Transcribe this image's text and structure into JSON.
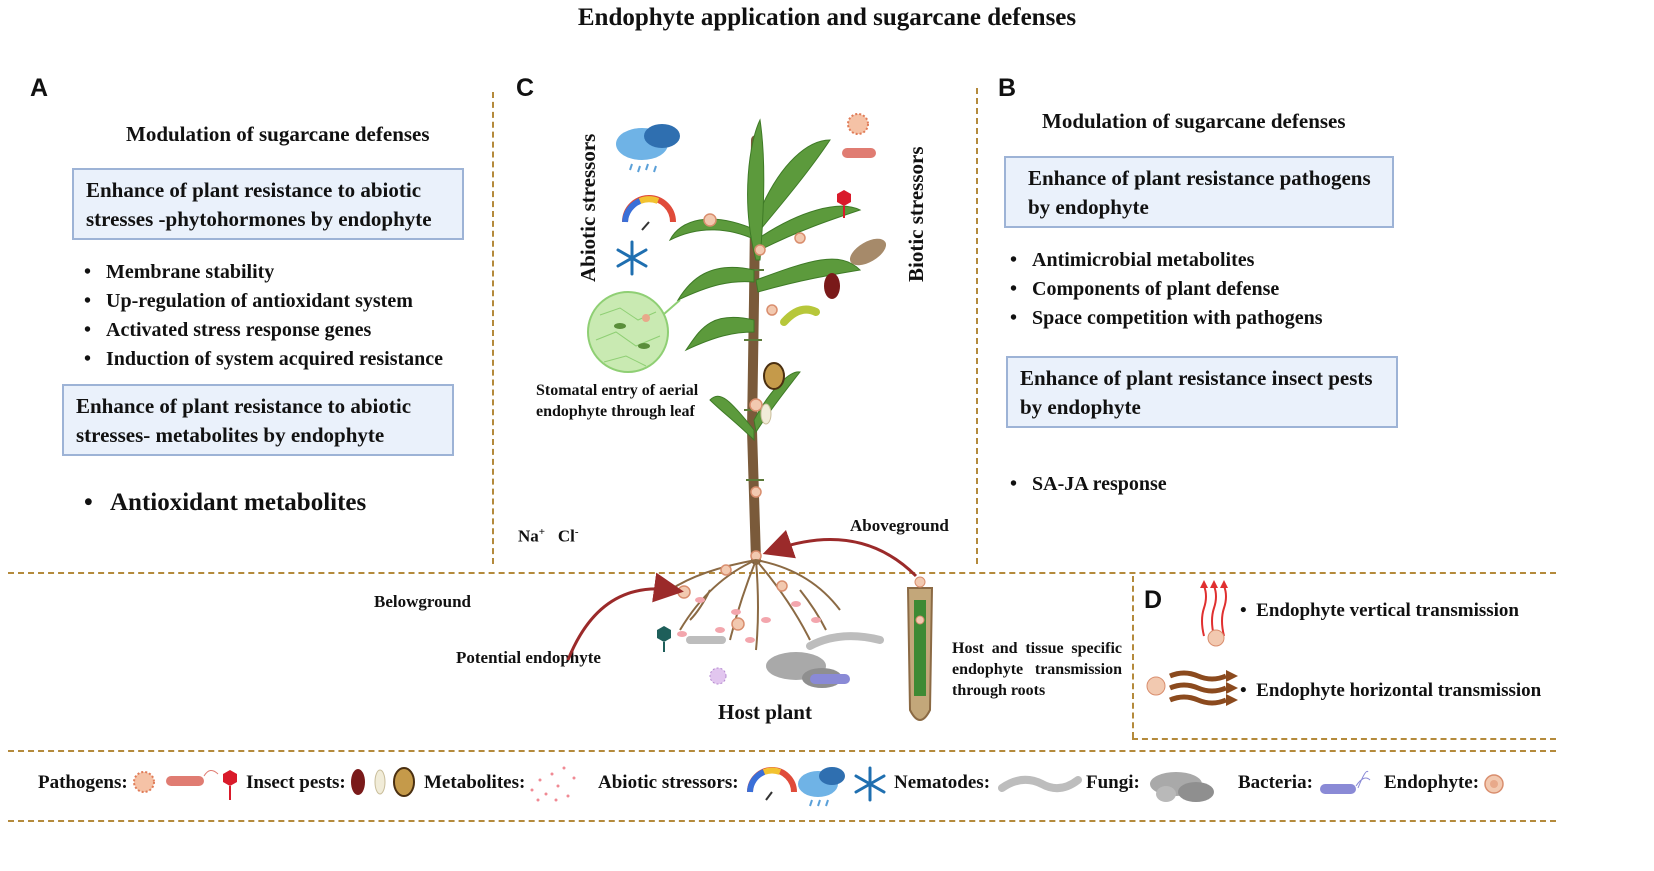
{
  "title": "Endophyte application and sugarcane defenses",
  "panel_a": {
    "letter": "A",
    "heading": "Modulation of sugarcane defenses",
    "box1": "Enhance of plant resistance to abiotic stresses -phytohormones by endophyte",
    "bullets1": [
      "Membrane stability",
      "Up-regulation of antioxidant system",
      "Activated stress response genes",
      "Induction of system acquired resistance"
    ],
    "box2": "Enhance of plant resistance to abiotic stresses- metabolites by endophyte",
    "bullets2": [
      "Antioxidant metabolites"
    ]
  },
  "panel_b": {
    "letter": "B",
    "heading": "Modulation of sugarcane defenses",
    "box1": "Enhance of plant resistance pathogens by endophyte",
    "bullets1": [
      "Antimicrobial metabolites",
      "Components of plant defense",
      "Space competition with pathogens"
    ],
    "box2": "Enhance of plant resistance insect pests by endophyte",
    "bullets2": [
      "SA-JA response"
    ]
  },
  "panel_c": {
    "letter": "C",
    "abiotic_label": "Abiotic stressors",
    "biotic_label": "Biotic stressors",
    "stomatal_caption": "Stomatal entry of aerial endophyte through leaf",
    "na": "Na",
    "na_sup": "+",
    "cl": "Cl",
    "cl_sup": "-",
    "aboveground": "Aboveground",
    "belowground": "Belowground",
    "potential_endophyte": "Potential endophyte",
    "host_plant": "Host plant",
    "root_transmission": "Host and tissue specific endophyte transmission through roots"
  },
  "panel_d": {
    "letter": "D",
    "vertical": "Endophyte vertical transmission",
    "horizontal": "Endophyte horizontal transmission"
  },
  "legend": {
    "pathogens": "Pathogens:",
    "insect_pests": "Insect pests:",
    "metabolites": "Metabolites:",
    "abiotic_stressors": "Abiotic stressors:",
    "nematodes": "Nematodes:",
    "fungi": "Fungi:",
    "bacteria": "Bacteria:",
    "endophyte": "Endophyte:"
  },
  "colors": {
    "box_fill": "#eaf1fb",
    "box_border": "#9db3d6",
    "divider": "#b48a3c",
    "leaf": "#5c9a3c",
    "stem": "#7a5a3a",
    "root": "#8b6a44",
    "arrow": "#9b2a2a",
    "endophyte": "#e8a98a"
  }
}
